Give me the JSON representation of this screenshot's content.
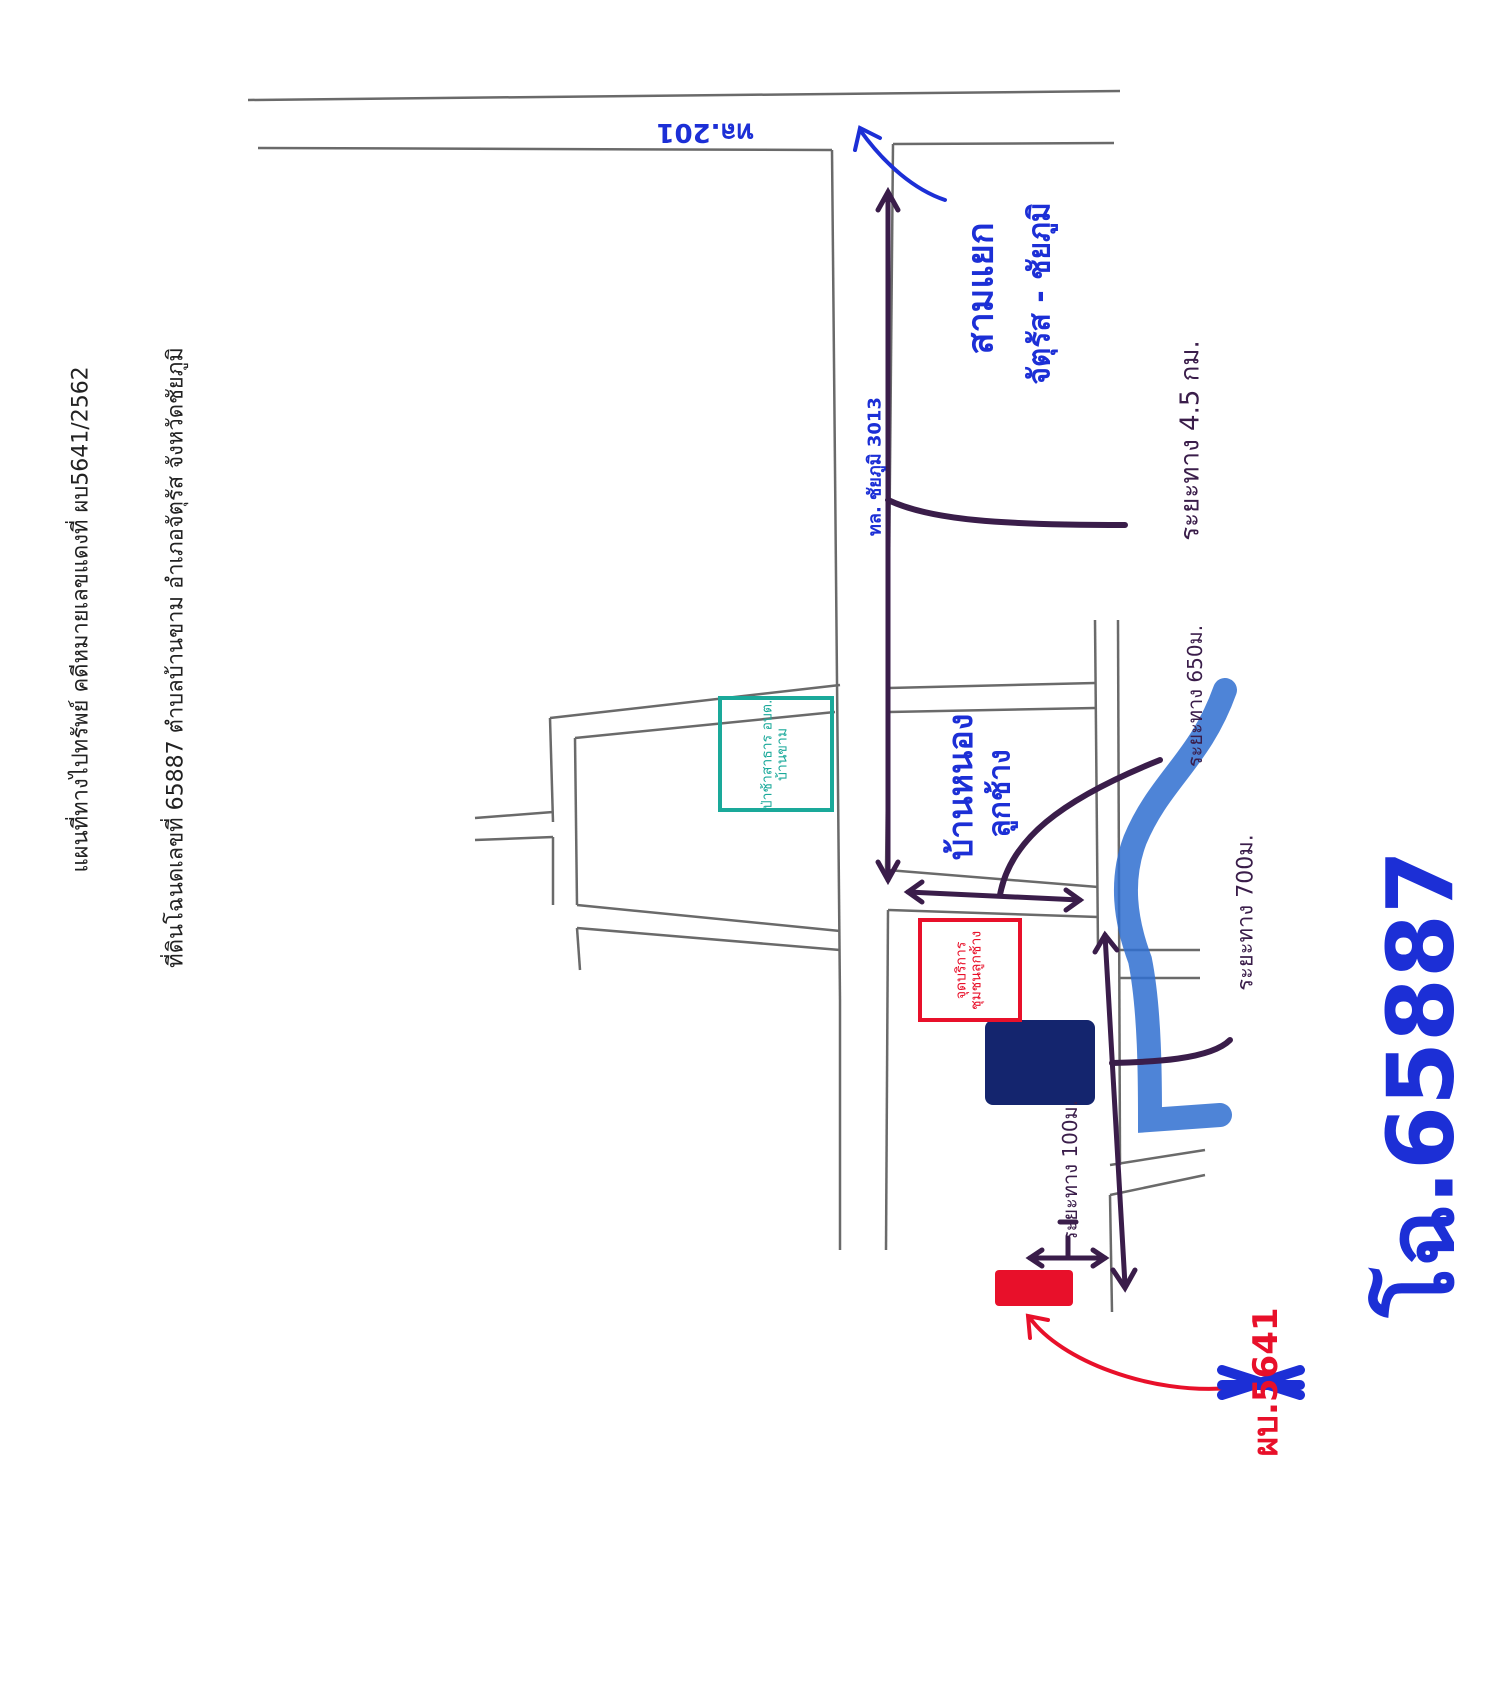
{
  "header": {
    "title": "แผนที่ทางไปทรัพย์ คดีหมายเลขแดงที่ ผบ5641/2562",
    "subtitle": "ที่ดินโฉนดเลขที่ 65887  ตำบลบ้านขาม อำเภอจัตุรัส จังหวัดชัยภูมิ"
  },
  "roads": {
    "highway": "ทล.201",
    "rural_road": "ทล. ชัยภูมิ 3013"
  },
  "places": {
    "junction": "สามแยก",
    "junction_sub": "จัตุรัส - ชัยภูมิ",
    "village": "บ้านหนอง",
    "village_sub": "ลูกช้าง",
    "green_sign": "ป่าช้าสาธาร อบต. บ้านขาม",
    "red_sign": "จุดบริการ ชุมชนลูกช้าง"
  },
  "distances": {
    "d1": "ระยะทาง 4.5 กม.",
    "d2": "ระยะทาง 650ม.",
    "d3": "ระยะทาง 700ม.",
    "d4": "ระยะทาง 100ม."
  },
  "plot": {
    "crossed_label": "ผบ.5641",
    "number": "โฉ.65887"
  },
  "colors": {
    "road": "#6a6a6a",
    "blue": "#1c2fd6",
    "purple": "#3a1d4a",
    "red": "#e8102a",
    "green": "#1aa99a",
    "water": "#2f6fd0"
  }
}
